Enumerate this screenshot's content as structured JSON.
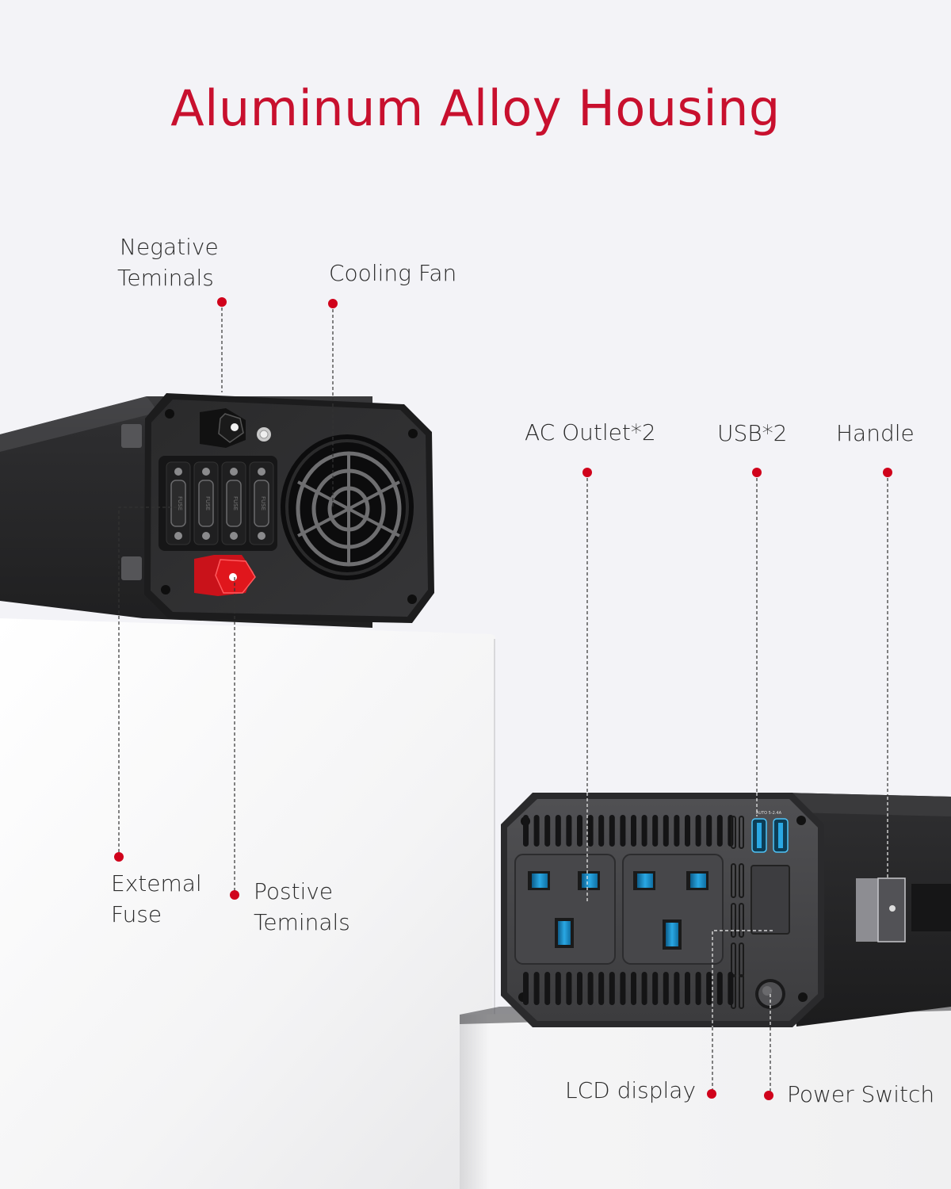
{
  "title": "Aluminum Alloy Housing",
  "colors": {
    "accent": "#c8102e",
    "dot": "#d0021b",
    "background": "#f3f3f7",
    "device_body": "#2b2b2d",
    "socket_blue": "#1e9bd7",
    "positive_terminal": "#e0161c"
  },
  "callouts": {
    "negative_terminals": {
      "lines": [
        "Negative",
        "Teminals"
      ],
      "icon": "dot-marker"
    },
    "cooling_fan": {
      "lines": [
        "Cooling Fan"
      ],
      "icon": "dot-marker"
    },
    "external_fuse": {
      "lines": [
        "Extemal",
        "Fuse"
      ],
      "icon": "dot-marker"
    },
    "positive_terminals": {
      "lines": [
        "Postive",
        "Teminals"
      ],
      "icon": "dot-marker"
    },
    "ac_outlet": {
      "lines": [
        "AC Outlet*2"
      ],
      "icon": "dot-marker"
    },
    "usb": {
      "lines": [
        "USB*2"
      ],
      "icon": "dot-marker"
    },
    "handle": {
      "lines": [
        "Handle"
      ],
      "icon": "dot-marker"
    },
    "lcd_display": {
      "lines": [
        "LCD display"
      ],
      "icon": "dot-marker"
    },
    "power_switch": {
      "lines": [
        "Power Switch"
      ],
      "icon": "dot-marker"
    }
  },
  "device": {
    "usb_port_label": "AUTO 5-2.4A",
    "fuse_label": "FUSE",
    "fuse_count": 4,
    "ac_outlet_count": 2,
    "usb_port_count": 2
  }
}
